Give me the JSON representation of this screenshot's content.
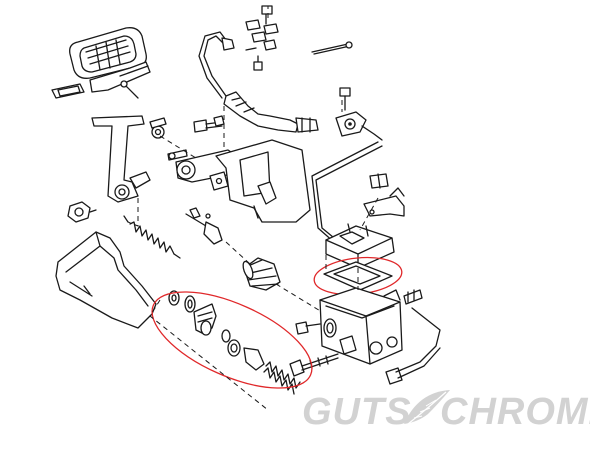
{
  "watermark": {
    "left_word": "GUTS",
    "right_word": "CHROME",
    "emblem_icon": "feather-icon"
  },
  "colors": {
    "line": "#1a1a1a",
    "highlight": "#e0282a",
    "watermark": "#d2d2d2",
    "background": "#ffffff"
  },
  "callouts": [
    {
      "name": "master-cylinder-rebuild-kit-parts",
      "color": "#e0282a"
    },
    {
      "name": "reservoir-cover-gasket",
      "color": "#e0282a"
    }
  ]
}
